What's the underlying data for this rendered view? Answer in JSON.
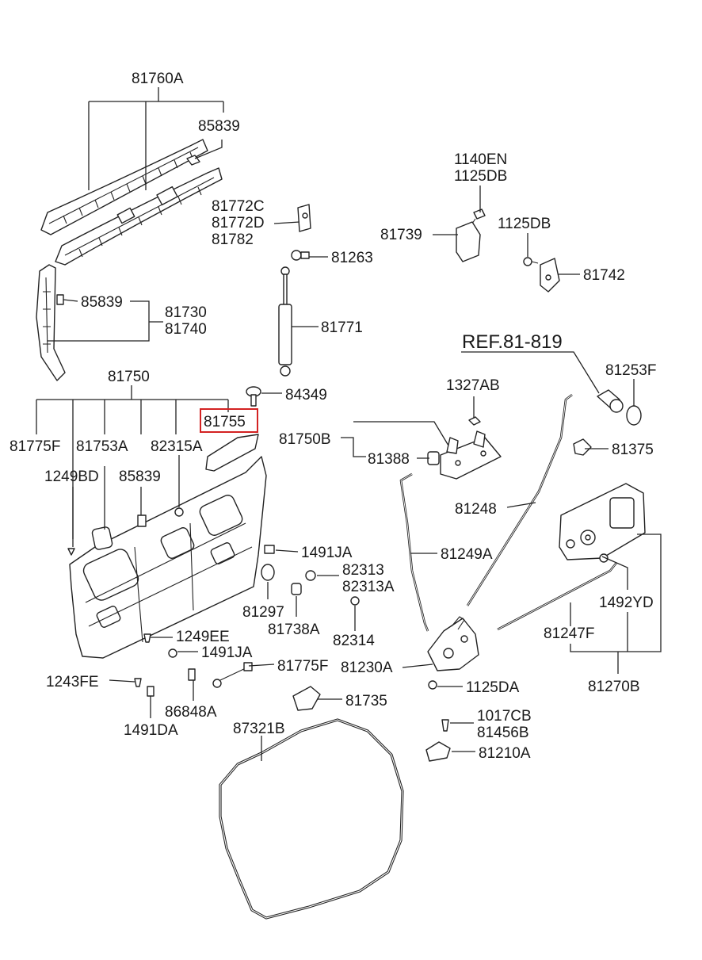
{
  "diagram": {
    "highlight_color": "#d32222",
    "highlighted_part": "81755",
    "reference_label": "REF.81-819",
    "labels": {
      "p81760A": "81760A",
      "p85839_top": "85839",
      "p81772C": "81772C",
      "p81772D": "81772D",
      "p81782": "81782",
      "p81263": "81263",
      "p81771": "81771",
      "p85839_mid": "85839",
      "p81730": "81730",
      "p81740": "81740",
      "p1140EN": "1140EN",
      "p1125DB_a": "1125DB",
      "p81739": "81739",
      "p1125DB_b": "1125DB",
      "p81742": "81742",
      "p81253F": "81253F",
      "p81750": "81750",
      "p84349": "84349",
      "p81755": "81755",
      "p1327AB": "1327AB",
      "p81750B": "81750B",
      "p81388": "81388",
      "p81375": "81375",
      "p81775F_a": "81775F",
      "p81753A": "81753A",
      "p82315A": "82315A",
      "p1249BD": "1249BD",
      "p85839_low": "85839",
      "p81248": "81248",
      "p1491JA_a": "1491JA",
      "p81249A": "81249A",
      "p82313": "82313",
      "p82313A": "82313A",
      "p1492YD": "1492YD",
      "p81297": "81297",
      "p81738A": "81738A",
      "p82314": "82314",
      "p81247F": "81247F",
      "p1249EE": "1249EE",
      "p1491JA_b": "1491JA",
      "p81775F_b": "81775F",
      "p81230A": "81230A",
      "p1243FE": "1243FE",
      "p1125DA": "1125DA",
      "p81270B": "81270B",
      "p81735": "81735",
      "p86848A": "86848A",
      "p1491DA": "1491DA",
      "p1017CB": "1017CB",
      "p81456B": "81456B",
      "p87321B": "87321B",
      "p81210A": "81210A"
    }
  }
}
